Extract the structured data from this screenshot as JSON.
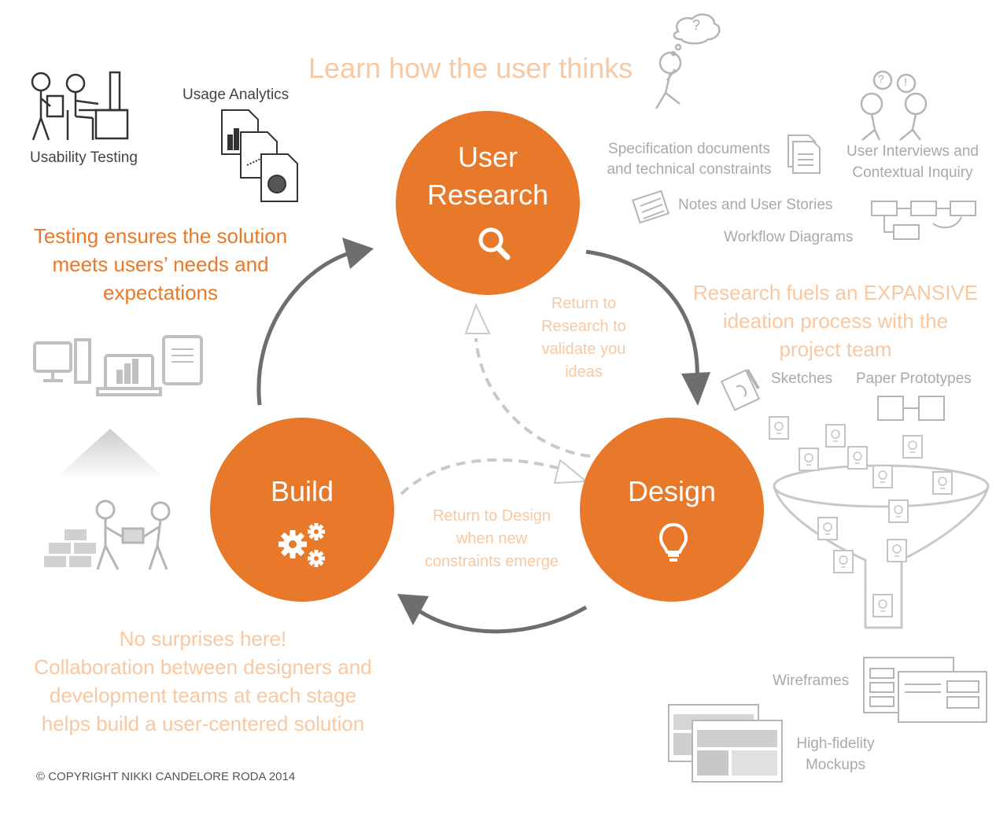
{
  "colors": {
    "orange": "#e9792a",
    "peach": "#f8c8a2",
    "arrow_gray": "#6e6e70",
    "dashed_gray": "#c9c9c9",
    "sketch_gray": "#b5b5b5"
  },
  "cycle": {
    "research": {
      "line1": "User",
      "line2": "Research",
      "icon": "magnifier-icon"
    },
    "design": {
      "label": "Design",
      "icon": "lightbulb-icon"
    },
    "build": {
      "label": "Build",
      "icon": "gears-icon"
    }
  },
  "headline_research": "Learn how the user thinks",
  "return_research": [
    "Return to",
    "Research to",
    "validate you",
    "ideas"
  ],
  "return_design": [
    "Return to Design",
    "when new",
    "constraints emerge"
  ],
  "testing": [
    "Testing ensures the solution",
    "meets users’ needs and",
    "expectations"
  ],
  "expansive": [
    "Research fuels an EXPANSIVE",
    "ideation process with the",
    "project team"
  ],
  "collaboration": [
    "No surprises here!",
    "Collaboration between designers and",
    "development teams at each stage",
    "helps build a user-centered solution"
  ],
  "labels": {
    "usability_testing": "Usability Testing",
    "usage_analytics": "Usage Analytics",
    "spec_docs": [
      "Specification documents",
      "and technical constraints"
    ],
    "interviews": [
      "User Interviews and",
      "Contextual Inquiry"
    ],
    "notes": "Notes and User Stories",
    "workflow": "Workflow Diagrams",
    "sketches": "Sketches",
    "paper_prototypes": "Paper Prototypes",
    "wireframes": "Wireframes",
    "mockups": [
      "High-fidelity",
      "Mockups"
    ],
    "thought_bubble": "?",
    "speech_q": "?",
    "speech_ex": "!"
  },
  "copyright": "© COPYRIGHT NIKKI CANDELORE RODA 2014"
}
